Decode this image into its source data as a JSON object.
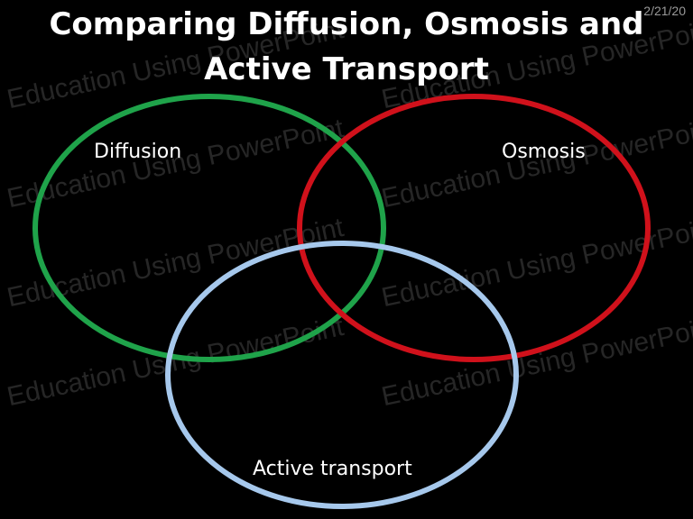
{
  "slide": {
    "title_line1": "Comparing Diffusion, Osmosis and",
    "title_line2": "Active Transport",
    "date": "2/21/20",
    "watermark": "Education Using PowerPoint"
  },
  "venn": {
    "sets": [
      {
        "label": "Diffusion",
        "color": "#1fa34a"
      },
      {
        "label": "Osmosis",
        "color": "#d0111b"
      },
      {
        "label": "Active transport",
        "color": "#a6c8ec"
      }
    ]
  }
}
